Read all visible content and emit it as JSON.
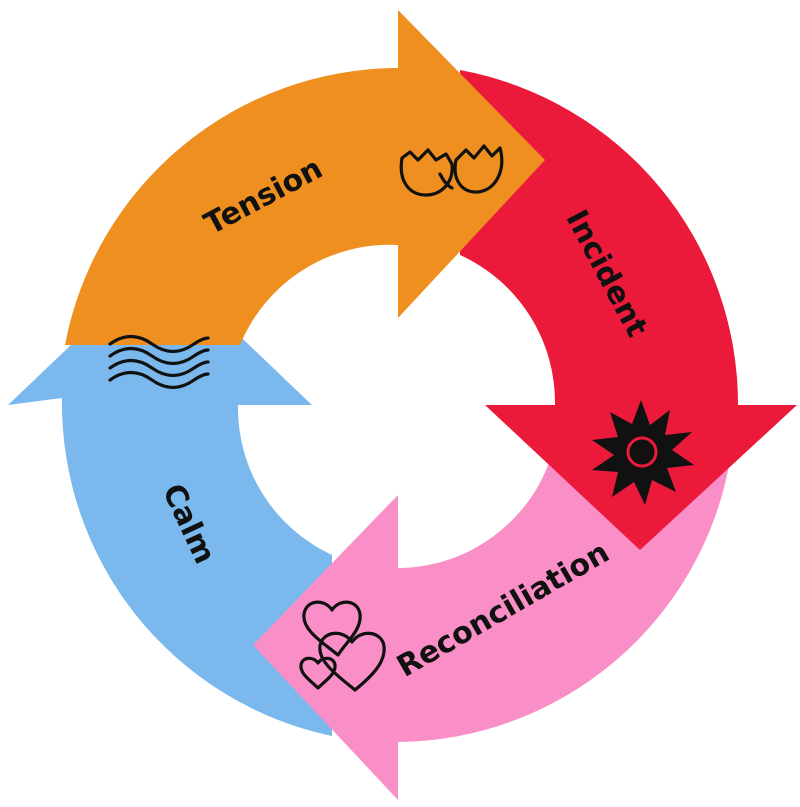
{
  "stages": [
    {
      "label": "Tension",
      "color": "#ee8f1f",
      "icon": "cracked-eggshell-icon"
    },
    {
      "label": "Incident",
      "color": "#eb1a3a",
      "icon": "explosion-icon"
    },
    {
      "label": "Reconciliation",
      "color": "#f98fc6",
      "icon": "hearts-icon"
    },
    {
      "label": "Calm",
      "color": "#7ab8ee",
      "icon": "waves-icon"
    }
  ]
}
